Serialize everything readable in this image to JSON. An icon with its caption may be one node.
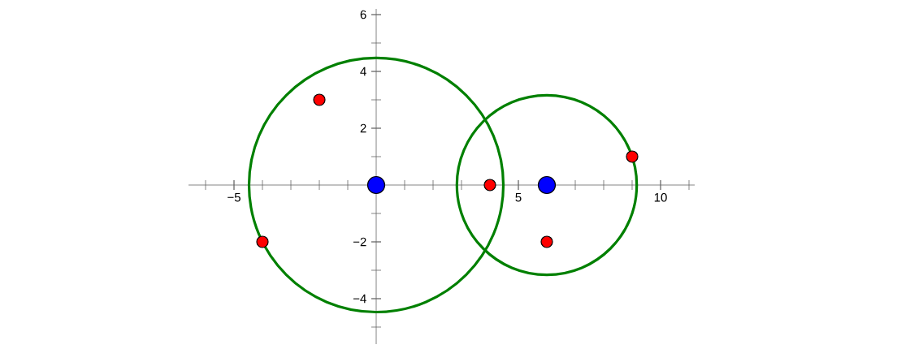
{
  "diagram": {
    "chart_data": {
      "type": "scatter",
      "xlim": [
        -6.6,
        11.2
      ],
      "ylim": [
        -5.6,
        6.2
      ],
      "xticks": [
        {
          "value": -5,
          "label": "−5"
        },
        5,
        10
      ],
      "yticks": [
        {
          "value": -4,
          "label": "−4"
        },
        {
          "value": -2,
          "label": "−2"
        },
        2,
        4,
        6
      ],
      "x": [
        -4,
        -2,
        0,
        4,
        6,
        9
      ],
      "series": [
        {
          "color": "#ff0000",
          "values": [
            -2,
            3,
            null,
            0,
            -2,
            1
          ]
        },
        {
          "color": "#0000ff",
          "values": [
            null,
            null,
            0,
            null,
            0,
            null
          ]
        }
      ]
    }
  }
}
